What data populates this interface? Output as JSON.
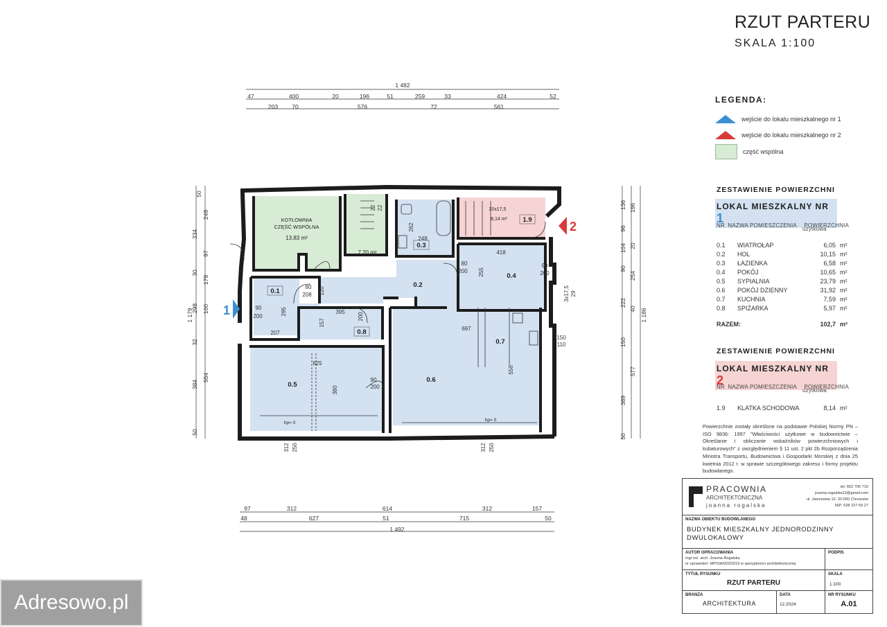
{
  "header": {
    "title": "RZUT PARTERU",
    "scale": "SKALA 1:100"
  },
  "legend": {
    "title": "LEGENDA:",
    "items": [
      {
        "label": "wejście do lokalu mieszkalnego nr 1",
        "color": "#3b8fd1"
      },
      {
        "label": "wejście do lokalu mieszkalnego nr 2",
        "color": "#d83a3a"
      },
      {
        "label": "część wspólna",
        "color": "#d8ecd5"
      }
    ]
  },
  "summary1": {
    "title": "ZESTAWIENIE POWIERZCHNI",
    "lokal_label": "LOKAL MIESZKALNY NR",
    "lokal_nr": "1",
    "col_nr": "NR",
    "col_name": "NAZWA POMIESZCZENIA",
    "col_area": "POWIERZCHNIA",
    "col_area_sub": "użytkowa",
    "rows": [
      {
        "nr": "0.1",
        "name": "WIATROŁAP",
        "area": "6,05",
        "unit": "m²"
      },
      {
        "nr": "0.2",
        "name": "HOL",
        "area": "10,15",
        "unit": "m²"
      },
      {
        "nr": "0.3",
        "name": "ŁAZIENKA",
        "area": "6,58",
        "unit": "m²"
      },
      {
        "nr": "0.4",
        "name": "POKÓJ",
        "area": "10,65",
        "unit": "m²"
      },
      {
        "nr": "0.5",
        "name": "SYPIALNIA",
        "area": "23,79",
        "unit": "m²"
      },
      {
        "nr": "0.6",
        "name": "POKÓJ DZIENNY",
        "area": "31,92",
        "unit": "m²"
      },
      {
        "nr": "0.7",
        "name": "KUCHNIA",
        "area": "7,59",
        "unit": "m²"
      },
      {
        "nr": "0.8",
        "name": "SPIŻARKA",
        "area": "5,97",
        "unit": "m²"
      }
    ],
    "total_label": "RAZEM:",
    "total_value": "102,7",
    "total_unit": "m²"
  },
  "summary2": {
    "title": "ZESTAWIENIE POWIERZCHNI",
    "lokal_label": "LOKAL MIESZKALNY NR",
    "lokal_nr": "2",
    "col_nr": "NR",
    "col_name": "NAZWA POMIESZCZENIA",
    "col_area": "POWIERZCHNIA",
    "col_area_sub": "użytkowa",
    "rows": [
      {
        "nr": "1.9",
        "name": "KLATKA SCHODOWA",
        "area": "8,14",
        "unit": "m²"
      }
    ]
  },
  "note": "Powierzchnie zostały określone na podstawie Polskiej Normy PN – ISO 9836: 1997 \"Właściwości użytkowe w budownictwie – Określanie i obliczanie wskaźników powierzchniowych i kubaturowych\" z uwzględnieniem § 11 ust. 2 pkt 2b Rozporządzenia Ministra Transportu, Budownictwa i Gospodarki Morskiej z dnia 25 kwietnia 2012 r. w sprawie szczegółowego zakresu i formy projektu budowlanego.",
  "title_block": {
    "firm_line1": "PRACOWNIA",
    "firm_line2": "ARCHITEKTONICZNA",
    "firm_line3": "joanna rogalska",
    "contact": [
      "tel. 662 706 719",
      "joanna.rogalska12@gmail.com",
      "ul. Jasionowa 12, 32-500 Chrzanów",
      "NIP: 628 227 69 27"
    ],
    "object_label": "NAZWA OBIEKTU BUDOWLANEGO",
    "object_value_1": "BUDYNEK MIESZKALNY JEDNORODZINNY",
    "object_value_2": "DWULOKALOWY",
    "author_label": "AUTOR OPRACOWANIA",
    "author_line1": "mgr inż. arch. Joanna Rogalska",
    "author_line2": "nr uprawnień: MPOIA/023/2019 w specjalności architektonicznej",
    "sign_label": "PODPIS",
    "drawing_title_label": "TYTUŁ RYSUNKU",
    "drawing_title": "RZUT PARTERU",
    "scale_label": "SKALA",
    "scale_value": "1:100",
    "branch_label": "BRANŻA",
    "branch_value": "ARCHITEKTURA",
    "date_label": "DATA",
    "date_value": "12.2024",
    "sheet_label": "NR RYSUNKU",
    "sheet_value": "A.01"
  },
  "plan": {
    "rooms": {
      "kotlownia_1": "KOTŁOWNIA",
      "kotlownia_2": "CZĘŚĆ WSPÓLNA",
      "kotlownia_area": "13,83 m²",
      "stair_area": "7,20 m²",
      "r01": "0.1",
      "r02": "0.2",
      "r03": "0.3",
      "r04": "0.4",
      "r05": "0.5",
      "r06": "0.6",
      "r07": "0.7",
      "r08": "0.8",
      "r19": "1.9",
      "stair2_area": "8,14 m²",
      "stair2_steps": "20x17,5",
      "hp0": "hp= 0"
    },
    "entry_markers": {
      "entry1": "1",
      "entry2": "2"
    },
    "dims_top_1": [
      "47",
      "400",
      "20",
      "196",
      "51",
      "259",
      "33",
      "424",
      "52"
    ],
    "dims_top_2": [
      "203",
      "70",
      "576",
      "72",
      "561"
    ],
    "dims_top_total": "1 482",
    "dims_bottom_1": [
      "97",
      "312",
      "614",
      "312",
      "157"
    ],
    "dims_bottom_2": [
      "48",
      "627",
      "51",
      "715",
      "50"
    ],
    "dims_bottom_total": "1 492",
    "dims_left_1": [
      "50",
      "249",
      "334",
      "97",
      "179",
      "30",
      "298",
      "100",
      "32",
      "384",
      "554",
      "50"
    ],
    "dims_left_total": "1 179",
    "dims_right_1": [
      "136",
      "196",
      "96",
      "104",
      "20",
      "90",
      "254",
      "40",
      "222",
      "150",
      "577",
      "389",
      "50"
    ],
    "dims_right_total": "1 186",
    "dims_inside": [
      "262",
      "248",
      "295",
      "80",
      "208",
      "120",
      "90",
      "200",
      "207",
      "395",
      "157",
      "200",
      "625",
      "380",
      "90",
      "200",
      "697",
      "556",
      "418",
      "255",
      "80",
      "200",
      "90",
      "200",
      "150",
      "110",
      "312",
      "250",
      "312",
      "250",
      "22",
      "22"
    ],
    "window_labels": [
      "3x17,5",
      "29"
    ]
  },
  "watermark": "Adresowo.pl"
}
